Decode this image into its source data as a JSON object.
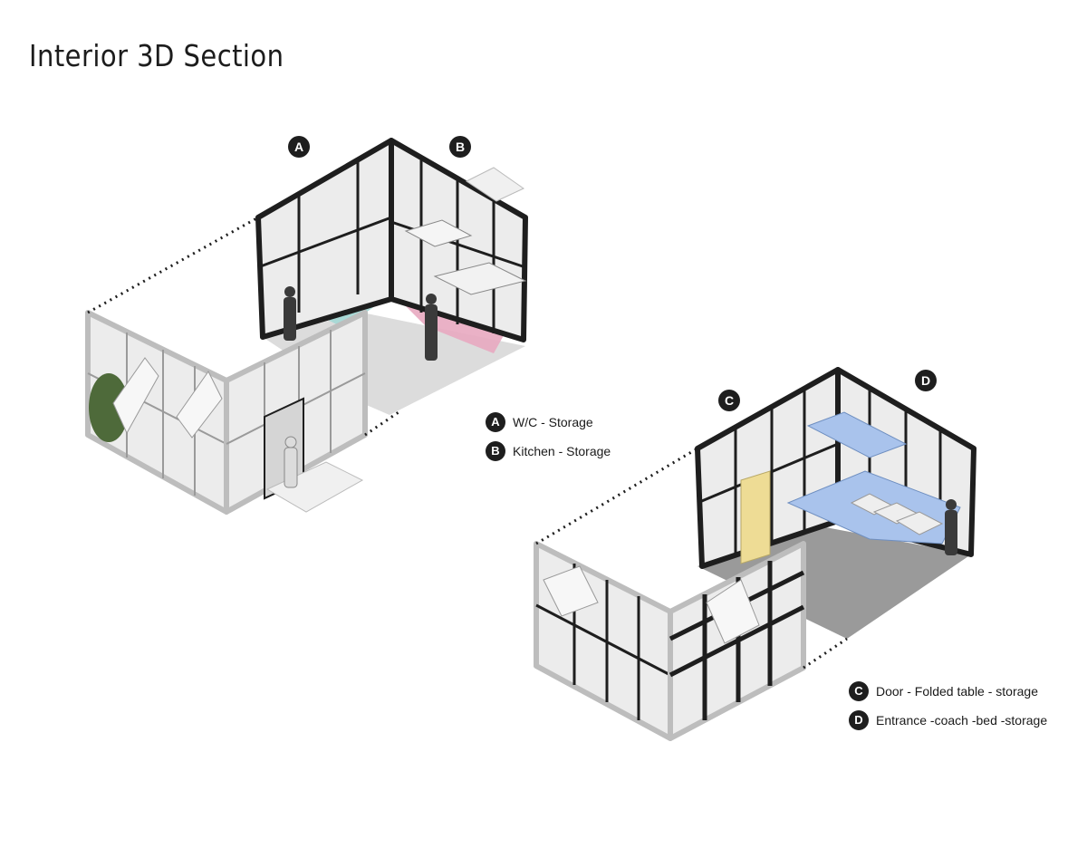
{
  "title": "Interior 3D Section",
  "markers": {
    "a": "A",
    "b": "B",
    "c": "C",
    "d": "D"
  },
  "legend_top": [
    {
      "badge": "A",
      "label": "W/C - Storage"
    },
    {
      "badge": "B",
      "label": "Kitchen - Storage"
    }
  ],
  "legend_bottom": [
    {
      "badge": "C",
      "label": "Door - Folded table - storage"
    },
    {
      "badge": "D",
      "label": "Entrance -coach -bed -storage"
    }
  ],
  "colors": {
    "wc_floor": "#a9d9d6",
    "kitchen_floor": "#e8a9c0",
    "bed_module": "#a9c3ec",
    "table_panel": "#eedc95",
    "frame": "#1e1e1e",
    "panel": "#ececec",
    "floor_grey": "#9a9a9a",
    "floor_light": "#dcdcdc"
  }
}
